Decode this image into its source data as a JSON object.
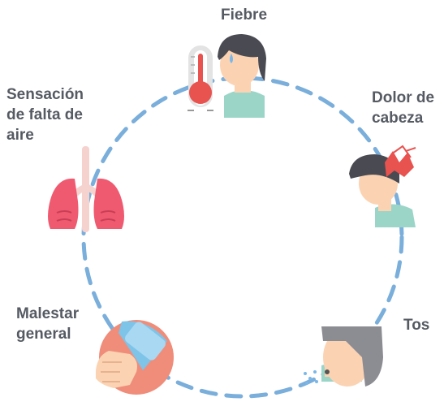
{
  "diagram": {
    "labels": {
      "fiebre": "Fiebre",
      "dolor": [
        "Dolor de",
        "cabeza"
      ],
      "tos": "Tos",
      "malestar": [
        "Malestar",
        "general"
      ],
      "falta": [
        "Sensación",
        "de falta de",
        "aire"
      ]
    },
    "icons": [
      "fever-thermometer-icon",
      "headache-icon",
      "cough-icon",
      "malaise-ice-pack-icon",
      "lungs-icon"
    ],
    "colors": {
      "ring": "#7aaedb",
      "text": "#555a63",
      "skin": "#fbd3b3",
      "hair": "#4a4a52",
      "shirt": "#9ad5c8",
      "lungs": "#ef5a70",
      "alert": "#e8524f"
    }
  }
}
